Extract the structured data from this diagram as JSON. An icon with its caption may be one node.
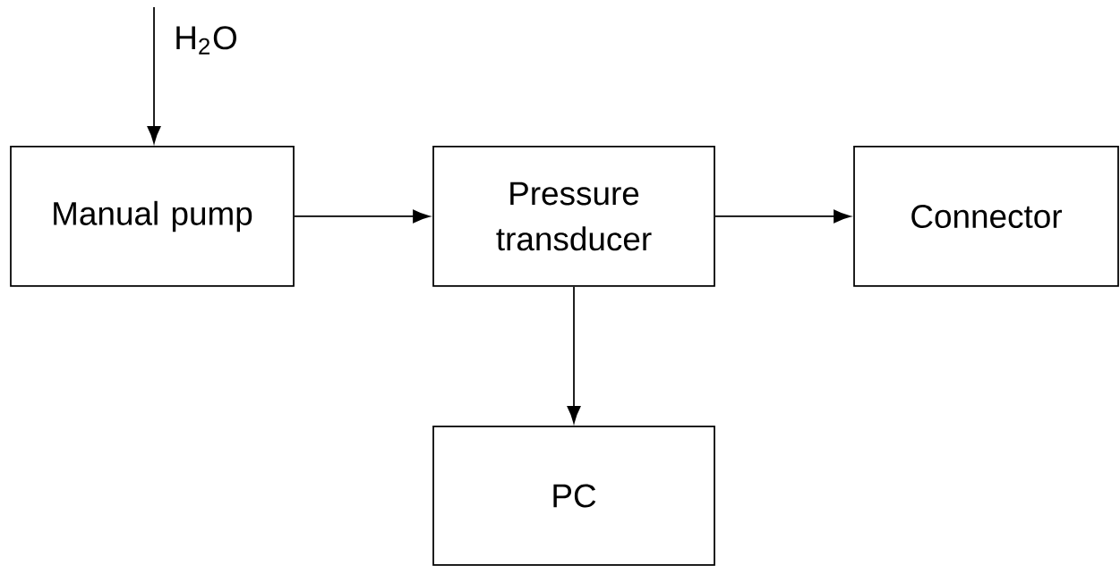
{
  "diagram": {
    "nodes": [
      {
        "text": [
          "Manual pump"
        ]
      },
      {
        "text": [
          "Pressure transducer"
        ]
      },
      {
        "text": [
          "Connector"
        ]
      },
      {
        "text": [
          "PC"
        ]
      }
    ],
    "edges": [
      {
        "from": null,
        "to": 0,
        "arrow": "to",
        "label": "H$_{2}$O"
      },
      {
        "from": 0,
        "to": 1,
        "arrow": "to"
      },
      {
        "from": 1,
        "to": 2,
        "arrow": "to"
      },
      {
        "from": 1,
        "to": 3,
        "arrow": "to"
      }
    ]
  }
}
